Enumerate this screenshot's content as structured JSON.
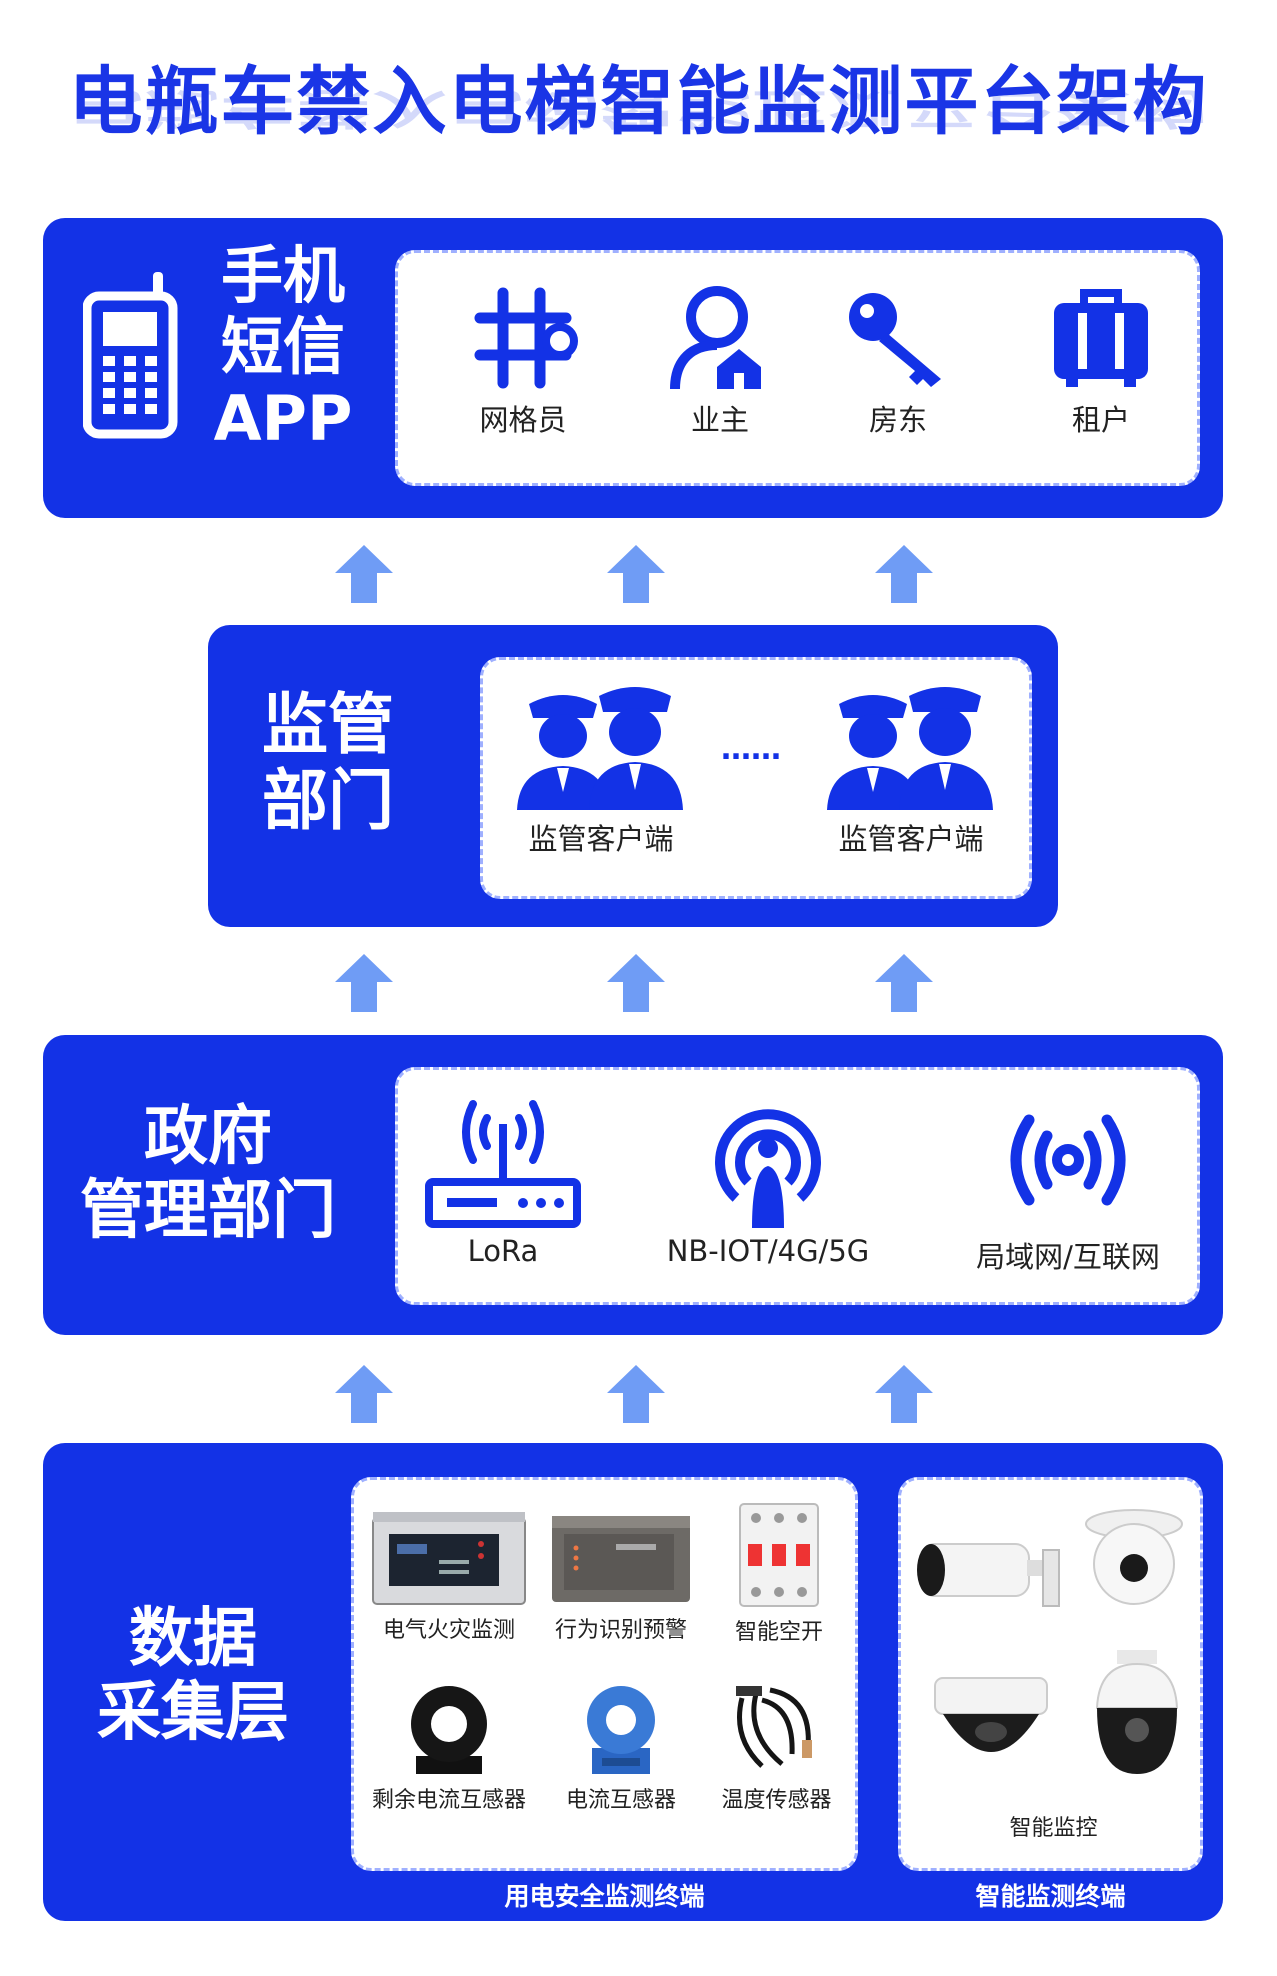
{
  "title": "电瓶车禁入电梯智能监测平台架构",
  "colors": {
    "primary": "#1332e6",
    "arrow": "#6f9cf5",
    "inner_border": "#9fb0ff"
  },
  "layer_app": {
    "label_lines": [
      "手机",
      "短信",
      "APP"
    ],
    "icon": "mobile-phone-icon",
    "items": [
      {
        "label": "网格员",
        "icon": "grid-network-icon"
      },
      {
        "label": "业主",
        "icon": "owner-person-home-icon"
      },
      {
        "label": "房东",
        "icon": "key-icon"
      },
      {
        "label": "租户",
        "icon": "luggage-icon"
      }
    ]
  },
  "layer_supervision": {
    "label_lines": [
      "监管",
      "部门"
    ],
    "ellipsis": "……",
    "items": [
      {
        "label": "监管客户端",
        "icon": "police-pair-icon"
      },
      {
        "label": "监管客户端",
        "icon": "police-pair-icon"
      }
    ]
  },
  "layer_government": {
    "label_lines": [
      "政府",
      "管理部门"
    ],
    "items": [
      {
        "label": "LoRa",
        "icon": "router-antenna-icon"
      },
      {
        "label": "NB-IOT/4G/5G",
        "icon": "broadcast-person-icon"
      },
      {
        "label": "局域网/互联网",
        "icon": "wireless-signal-icon"
      }
    ]
  },
  "layer_data": {
    "label_lines": [
      "数据",
      "采集层"
    ],
    "power_safety": {
      "caption": "用电安全监测终端",
      "items": [
        {
          "label": "电气火灾监测",
          "icon": "fire-monitor-device-icon"
        },
        {
          "label": "行为识别预警",
          "icon": "behavior-warning-device-icon"
        },
        {
          "label": "智能空开",
          "icon": "smart-breaker-icon"
        },
        {
          "label": "剩余电流互感器",
          "icon": "residual-current-transformer-icon"
        },
        {
          "label": "电流互感器",
          "icon": "current-transformer-icon"
        },
        {
          "label": "温度传感器",
          "icon": "temperature-sensor-icon"
        }
      ]
    },
    "smart_monitor": {
      "caption": "智能监测终端",
      "label": "智能监控",
      "cameras": [
        "bullet-camera-icon",
        "turret-camera-icon",
        "dome-camera-icon",
        "ptz-camera-icon"
      ]
    }
  }
}
